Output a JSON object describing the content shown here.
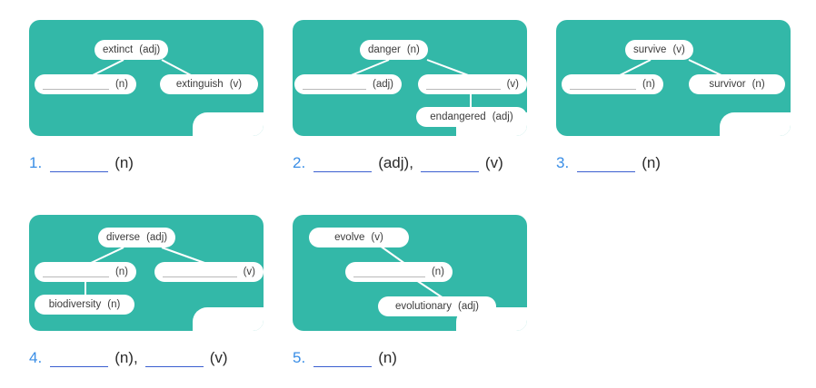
{
  "page": {
    "title": "Word family diagram exercise",
    "card_color": "#33b8a8",
    "pill_color": "#ffffff",
    "number_color": "#3a8ee6",
    "answer_blank_color": "#3a5fd0"
  },
  "items": [
    {
      "number": "1.",
      "nodes": {
        "root": {
          "word": "extinct",
          "pos": "(adj)"
        },
        "left": {
          "word": "",
          "pos": "(n)"
        },
        "right": {
          "word": "extinguish",
          "pos": "(v)"
        }
      },
      "answer": {
        "parts": [
          {
            "blank": true,
            "pos": "(n)"
          }
        ]
      }
    },
    {
      "number": "2.",
      "nodes": {
        "root": {
          "word": "danger",
          "pos": "(n)"
        },
        "left": {
          "word": "",
          "pos": "(adj)"
        },
        "right": {
          "word": "",
          "pos": "(v)"
        },
        "child": {
          "word": "endangered",
          "pos": "(adj)"
        }
      },
      "answer": {
        "parts": [
          {
            "blank": true,
            "pos": "(adj),"
          },
          {
            "blank": true,
            "pos": "(v)"
          }
        ]
      }
    },
    {
      "number": "3.",
      "nodes": {
        "root": {
          "word": "survive",
          "pos": "(v)"
        },
        "left": {
          "word": "",
          "pos": "(n)"
        },
        "right": {
          "word": "survivor",
          "pos": "(n)"
        }
      },
      "answer": {
        "parts": [
          {
            "blank": true,
            "pos": "(n)"
          }
        ]
      }
    },
    {
      "number": "4.",
      "nodes": {
        "root": {
          "word": "diverse",
          "pos": "(adj)"
        },
        "left": {
          "word": "",
          "pos": "(n)"
        },
        "right": {
          "word": "",
          "pos": "(v)"
        },
        "child": {
          "word": "biodiversity",
          "pos": "(n)"
        }
      },
      "answer": {
        "parts": [
          {
            "blank": true,
            "pos": "(n),"
          },
          {
            "blank": true,
            "pos": "(v)"
          }
        ]
      }
    },
    {
      "number": "5.",
      "nodes": {
        "root": {
          "word": "evolve",
          "pos": "(v)"
        },
        "middle": {
          "word": "",
          "pos": "(n)"
        },
        "bottom": {
          "word": "evolutionary",
          "pos": "(adj)"
        }
      },
      "answer": {
        "parts": [
          {
            "blank": true,
            "pos": "(n)"
          }
        ]
      }
    }
  ]
}
